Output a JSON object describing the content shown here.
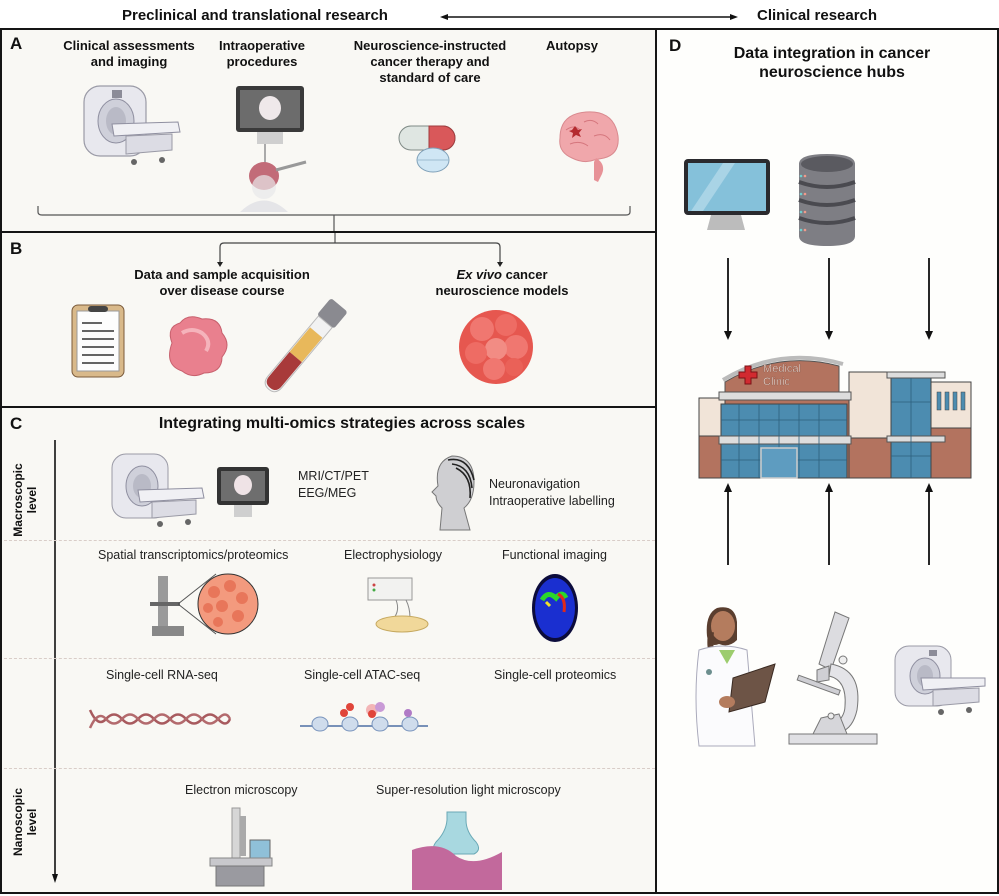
{
  "header": {
    "left_label": "Preclinical and translational research",
    "right_label": "Clinical research",
    "arrow": "double-headed-arrow"
  },
  "panelA": {
    "letter": "A",
    "columns": [
      {
        "title_line1": "Clinical assessments",
        "title_line2": "and imaging",
        "icon": "mri-scanner-icon"
      },
      {
        "title_line1": "Intraoperative",
        "title_line2": "procedures",
        "icon": "monitor-brain-surgery-icon"
      },
      {
        "title_line1": "Neuroscience-instructed",
        "title_line2": "cancer therapy and",
        "title_line3": "standard of care",
        "icon": "pills-icon"
      },
      {
        "title_line1": "Autopsy",
        "icon": "brain-tumor-icon"
      }
    ]
  },
  "panelB": {
    "letter": "B",
    "left_title_line1": "Data and sample acquisition",
    "left_title_line2": "over disease course",
    "right_title_italic": "Ex vivo",
    "right_title_rest": " cancer",
    "right_title_line2": "neuroscience models",
    "icons": [
      "clipboard-icon",
      "tissue-sample-icon",
      "blood-tube-icon",
      "organoid-icon"
    ]
  },
  "panelC": {
    "letter": "C",
    "title": "Integrating multi-omics strategies across scales",
    "axis_top_line1": "Macroscopic",
    "axis_top_line2": "level",
    "axis_bottom_line1": "Nanoscopic",
    "axis_bottom_line2": "level",
    "rows": [
      {
        "items": [
          {
            "line1": "MRI/CT/PET",
            "line2": "EEG/MEG"
          },
          {
            "line1": "Neuronavigation",
            "line2": "Intraoperative labelling"
          }
        ]
      },
      {
        "items": [
          {
            "label": "Spatial transcriptomics/proteomics"
          },
          {
            "label": "Electrophysiology"
          },
          {
            "label": "Functional imaging"
          }
        ]
      },
      {
        "items": [
          {
            "label": "Single-cell RNA-seq"
          },
          {
            "label": "Single-cell ATAC-seq"
          },
          {
            "label": "Single-cell proteomics"
          }
        ]
      },
      {
        "items": [
          {
            "label": "Electron microscopy"
          },
          {
            "label": "Super-resolution light microscopy"
          }
        ]
      }
    ]
  },
  "panelD": {
    "letter": "D",
    "title_line1": "Data integration in cancer",
    "title_line2": "neuroscience hubs",
    "clinic_sign_line1": "Medical",
    "clinic_sign_line2": "Clinic",
    "top_icons": [
      "computer-monitor-icon",
      "database-server-icon"
    ],
    "bottom_icons": [
      "doctor-icon",
      "microscope-icon",
      "mri-scanner-icon"
    ]
  }
}
